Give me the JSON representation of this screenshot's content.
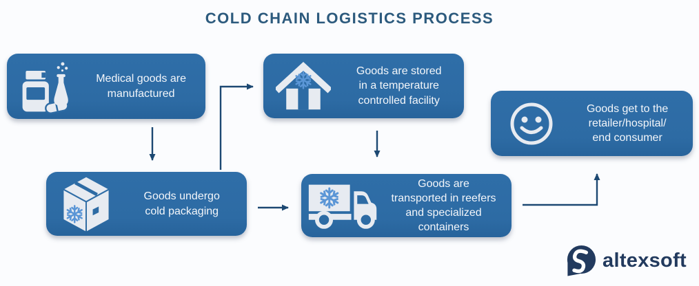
{
  "title": "COLD CHAIN LOGISTICS PROCESS",
  "steps": [
    {
      "id": "manufacturing",
      "label": "Medical goods are\nmanufactured",
      "icon": "pills-and-flask-icon"
    },
    {
      "id": "storage",
      "label": "Goods are stored\nin a temperature\ncontrolled facility",
      "icon": "cold-storage-house-icon"
    },
    {
      "id": "delivery",
      "label": "Goods get to the\nretailer/hospital/\nend consumer",
      "icon": "smiley-face-icon"
    },
    {
      "id": "packaging",
      "label": "Goods undergo\ncold packaging",
      "icon": "cold-package-icon"
    },
    {
      "id": "transport",
      "label": "Goods are\ntransported in reefers\nand specialized\ncontainers",
      "icon": "reefer-truck-icon"
    }
  ],
  "flow": [
    "manufacturing -> packaging",
    "packaging -> storage",
    "storage -> transport",
    "packaging -> transport",
    "transport -> delivery"
  ],
  "logo": {
    "text": "altexsoft",
    "icon": "altexsoft-logo-icon"
  },
  "colors": {
    "background": "#fbfcfe",
    "box_blue": "#2d6ba4",
    "icon_light": "#e7ebf1",
    "snowflake_blue": "#5b96d6",
    "arrow_navy": "#1c4872",
    "title_blue": "#2c5a7d",
    "logo_navy": "#223a5e"
  }
}
